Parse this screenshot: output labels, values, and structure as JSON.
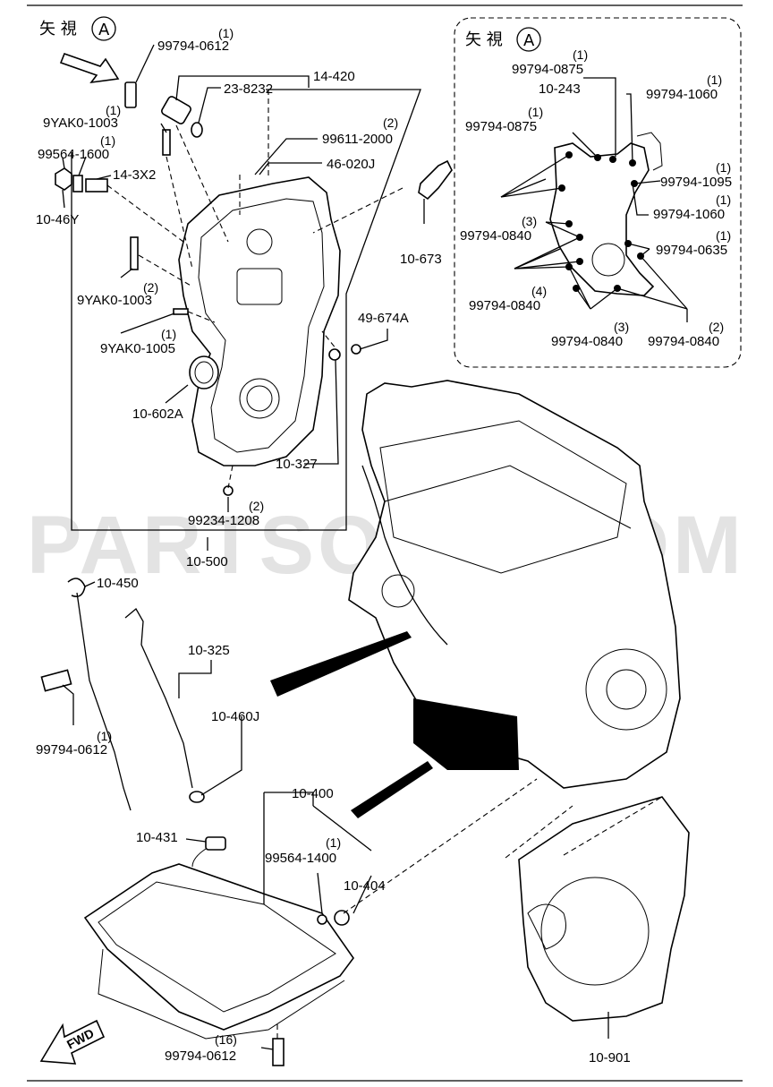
{
  "view_label": "矢 視",
  "view_letter": "A",
  "fwd_label": "FWD",
  "watermark": "PARTSOUQ.COM",
  "labels": {
    "p99794_0612_top": {
      "qty": "(1)",
      "num": "99794-0612"
    },
    "p14_420": {
      "num": "14-420"
    },
    "p23_8232": {
      "num": "23-8232"
    },
    "p9yak0_1003_a": {
      "qty": "(1)",
      "num": "9YAK0-1003"
    },
    "p99564_1600": {
      "qty": "(1)",
      "num": "99564-1600"
    },
    "p14_3x2": {
      "num": "14-3X2"
    },
    "p10_46y": {
      "num": "10-46Y"
    },
    "p99611_2000": {
      "qty": "(2)",
      "num": "99611-2000"
    },
    "p46_020j": {
      "num": "46-020J"
    },
    "p10_673": {
      "num": "10-673"
    },
    "p9yak0_1003_b": {
      "qty": "(2)",
      "num": "9YAK0-1003"
    },
    "p9yak0_1005": {
      "qty": "(1)",
      "num": "9YAK0-1005"
    },
    "p49_674a": {
      "num": "49-674A"
    },
    "p10_602a": {
      "num": "10-602A"
    },
    "p10_327": {
      "num": "10-327"
    },
    "p99234_1208": {
      "qty": "(2)",
      "num": "99234-1208"
    },
    "p10_500": {
      "num": "10-500"
    },
    "p10_450": {
      "num": "10-450"
    },
    "p10_325": {
      "num": "10-325"
    },
    "p10_460j": {
      "num": "10-460J"
    },
    "p99794_0612_mid": {
      "qty": "(1)",
      "num": "99794-0612"
    },
    "p10_400": {
      "num": "10-400"
    },
    "p10_431": {
      "num": "10-431"
    },
    "p99564_1400": {
      "qty": "(1)",
      "num": "99564-1400"
    },
    "p10_404": {
      "num": "10-404"
    },
    "p99794_0612_bot": {
      "qty": "(16)",
      "num": "99794-0612"
    },
    "p10_901": {
      "num": "10-901"
    }
  },
  "inset_labels": {
    "i99794_0875_a": {
      "qty": "(1)",
      "num": "99794-0875"
    },
    "i10_243": {
      "num": "10-243"
    },
    "i99794_1060_a": {
      "qty": "(1)",
      "num": "99794-1060"
    },
    "i99794_0875_b": {
      "qty": "(1)",
      "num": "99794-0875"
    },
    "i99794_1095": {
      "qty": "(1)",
      "num": "99794-1095"
    },
    "i99794_1060_b": {
      "qty": "(1)",
      "num": "99794-1060"
    },
    "i99794_0840_a": {
      "qty": "(3)",
      "num": "99794-0840"
    },
    "i99794_0635": {
      "qty": "(1)",
      "num": "99794-0635"
    },
    "i99794_0840_b": {
      "qty": "(4)",
      "num": "99794-0840"
    },
    "i99794_0840_c": {
      "qty": "(3)",
      "num": "99794-0840"
    },
    "i99794_0840_d": {
      "qty": "(2)",
      "num": "99794-0840"
    }
  }
}
